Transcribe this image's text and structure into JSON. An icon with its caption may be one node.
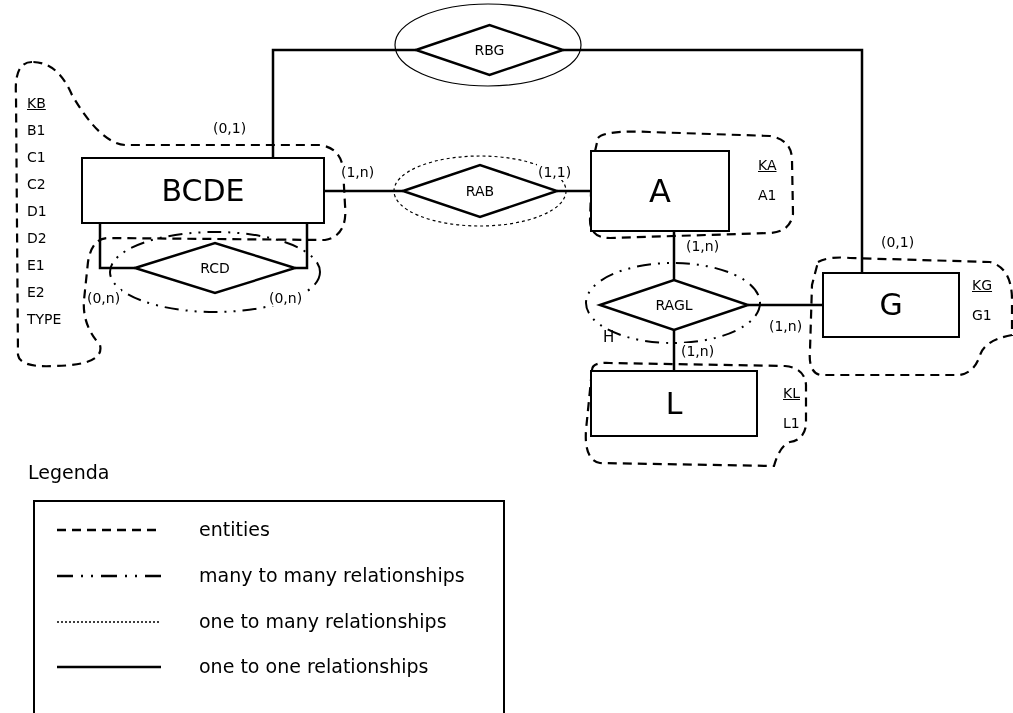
{
  "diagram": {
    "nodes": [
      {
        "text": [
          "BCDE"
        ],
        "beside": [
          "KB",
          "B1",
          "C1",
          "C2",
          "D1",
          "D2",
          "E1",
          "E2",
          "TYPE"
        ]
      },
      {
        "text": [
          "RBG"
        ]
      },
      {
        "text": [
          "RAB"
        ]
      },
      {
        "text": [
          "A"
        ],
        "beside": [
          "KA",
          "A1"
        ]
      },
      {
        "text": [
          "RCD"
        ]
      },
      {
        "text": [
          "RAGL"
        ]
      },
      {
        "text": [
          "G"
        ],
        "beside": [
          "KG",
          "G1"
        ]
      },
      {
        "text": [
          "L"
        ],
        "beside": [
          "KL",
          "L1"
        ]
      }
    ],
    "edges": [
      {
        "from": 0,
        "to": 1,
        "arrow": "none",
        "label": "(0,1)"
      },
      {
        "from": 1,
        "to": 6,
        "arrow": "none",
        "label": "(0,1)"
      },
      {
        "from": 0,
        "to": 2,
        "arrow": "none",
        "label": "(1,n)"
      },
      {
        "from": 2,
        "to": 3,
        "arrow": "none",
        "label": "(1,1)"
      },
      {
        "from": 0,
        "to": 4,
        "arrow": "none",
        "label": "(0,n)"
      },
      {
        "from": 4,
        "to": 0,
        "arrow": "none",
        "label": "(0,n)"
      },
      {
        "from": 3,
        "to": 5,
        "arrow": "none",
        "label": "(1,n)"
      },
      {
        "from": 5,
        "to": 6,
        "arrow": "none",
        "label": "(1,n)"
      },
      {
        "from": 5,
        "to": 7,
        "arrow": "none",
        "label": "(1,n)"
      }
    ],
    "labels": [
      "H",
      "Legenda"
    ],
    "legend": [
      {
        "text": "entities"
      },
      {
        "text": "many to many relationships"
      },
      {
        "text": "one to many relationships"
      },
      {
        "text": "one to one relationships"
      }
    ]
  }
}
